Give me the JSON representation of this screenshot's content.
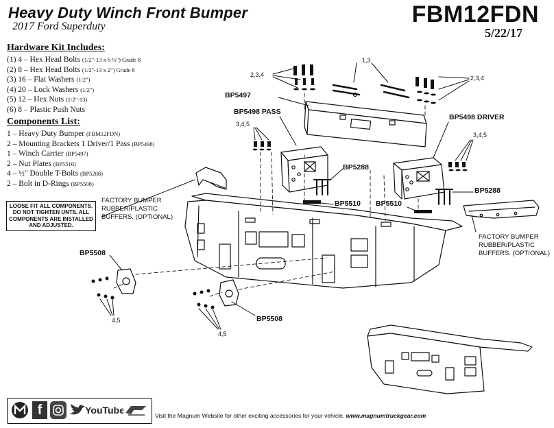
{
  "header": {
    "title": "Heavy Duty Winch Front Bumper",
    "subtitle": "2017 Ford Superduty",
    "part_code": "FBM12FDN",
    "date": "5/22/17"
  },
  "hardware": {
    "heading": "Hardware Kit Includes:",
    "items": [
      {
        "main": "(1) 4 – Hex Head Bolts ",
        "small": "(1/2\"-13 x 6 ½\") Grade 8"
      },
      {
        "main": "(2) 8 – Hex Head Bolts ",
        "small": "(1/2\"-13 x 2\") Grade 8"
      },
      {
        "main": "(3) 16 – Flat Washers ",
        "small": "(1/2\")"
      },
      {
        "main": "(4) 20 – Lock Washers ",
        "small": "(1/2\")"
      },
      {
        "main": "(5) 12 – Hex Nuts ",
        "small": "(1/2\"-13)"
      },
      {
        "main": "(6) 8 – Plastic Push Nuts",
        "small": ""
      }
    ]
  },
  "components": {
    "heading": "Components List:",
    "items": [
      {
        "main": "1 – Heavy Duty Bumper ",
        "small": "(FBM12FDN)"
      },
      {
        "main": "2 – Mounting Brackets 1 Driver/1 Pass ",
        "small": "(BP5498)"
      },
      {
        "main": "1 – Winch Carrier ",
        "small": "(BP5497)"
      },
      {
        "main": "2 – Nut Plates ",
        "small": "(BP5510)"
      },
      {
        "main": "4 – ½\" Double T-Bolts ",
        "small": "(BP5288)"
      },
      {
        "main": "2 – Bolt in D-Rings ",
        "small": "(BP5508)"
      }
    ]
  },
  "warning": [
    "LOOSE FIT ALL COMPONENTS.",
    "DO NOT TIGHTEN UNTIL ALL",
    "COMPONENTS ARE INSTALLED",
    "AND ADJUSTED."
  ],
  "callouts": {
    "bp5497": "BP5497",
    "bp5498_pass": "BP5498 PASS",
    "bp5498_driver": "BP5498 DRIVER",
    "bp5288_left": "BP5288",
    "bp5288_right": "BP5288",
    "bp5510_left": "BP5510",
    "bp5510_right": "BP5510",
    "bp5508_left": "BP5508",
    "bp5508_right": "BP5508",
    "hw_1_3": "1,3",
    "hw_234_left": "2,3,4",
    "hw_234_right": "2,3,4",
    "hw_345_left": "3,4,5",
    "hw_345_right": "3,4,5",
    "hw_45_left": "4,5",
    "hw_45_right": "4,5",
    "factory_left": "FACTORY BUMPER RUBBER/PLASTIC BUFFERS. (OPTIONAL)",
    "factory_right": "FACTORY BUMPER RUBBER/PLASTIC BUFFERS. (OPTIONAL)"
  },
  "footer": {
    "youtube_label": "YouTube",
    "visit_text": "Visit the Magnum Website for other exciting accessories for your vehicle. ",
    "website": "www.magnumtruckgear.com"
  },
  "icons": [
    "magnum-logo-icon",
    "facebook-icon",
    "instagram-icon",
    "twitter-icon",
    "youtube-icon",
    "brand-logo-icon"
  ]
}
